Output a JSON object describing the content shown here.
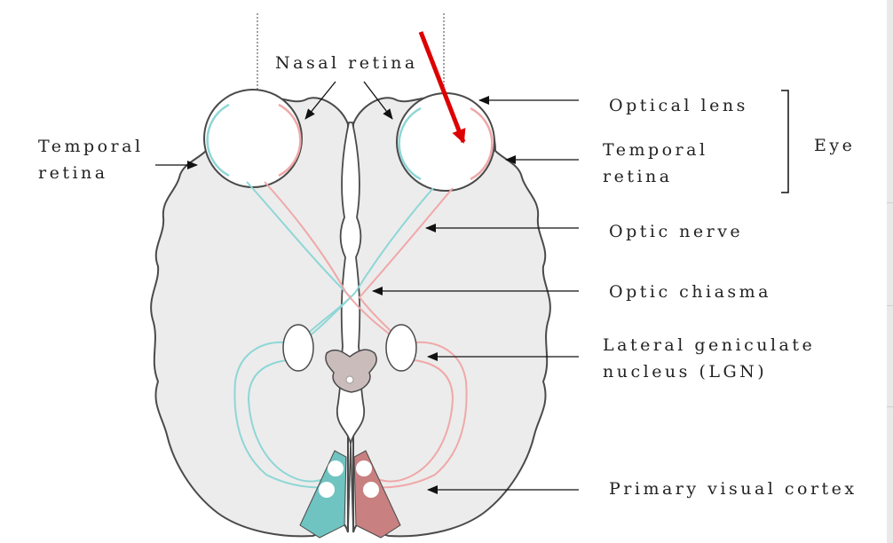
{
  "labels": {
    "nasal_retina": "Nasal retina",
    "temporal_retina_left_1": "Temporal",
    "temporal_retina_left_2": "retina",
    "optical_lens": "Optical lens",
    "temporal_retina_right_1": "Temporal",
    "temporal_retina_right_2": "retina",
    "eye": "Eye",
    "optic_nerve": "Optic nerve",
    "optic_chiasma": "Optic chiasma",
    "lgn_1": "Lateral geniculate",
    "lgn_2": "nucleus (LGN)",
    "primary_visual_cortex": "Primary visual cortex"
  },
  "colors": {
    "brain_fill": "#ececec",
    "brain_outline": "#4a4a4a",
    "left_pathway": "#8fd6d6",
    "right_pathway": "#f0a8a8",
    "left_cortex": "#6fc3c0",
    "right_cortex": "#c98080",
    "highlight_arrow": "#dd0000",
    "midbrain": "#cbbcbc"
  }
}
